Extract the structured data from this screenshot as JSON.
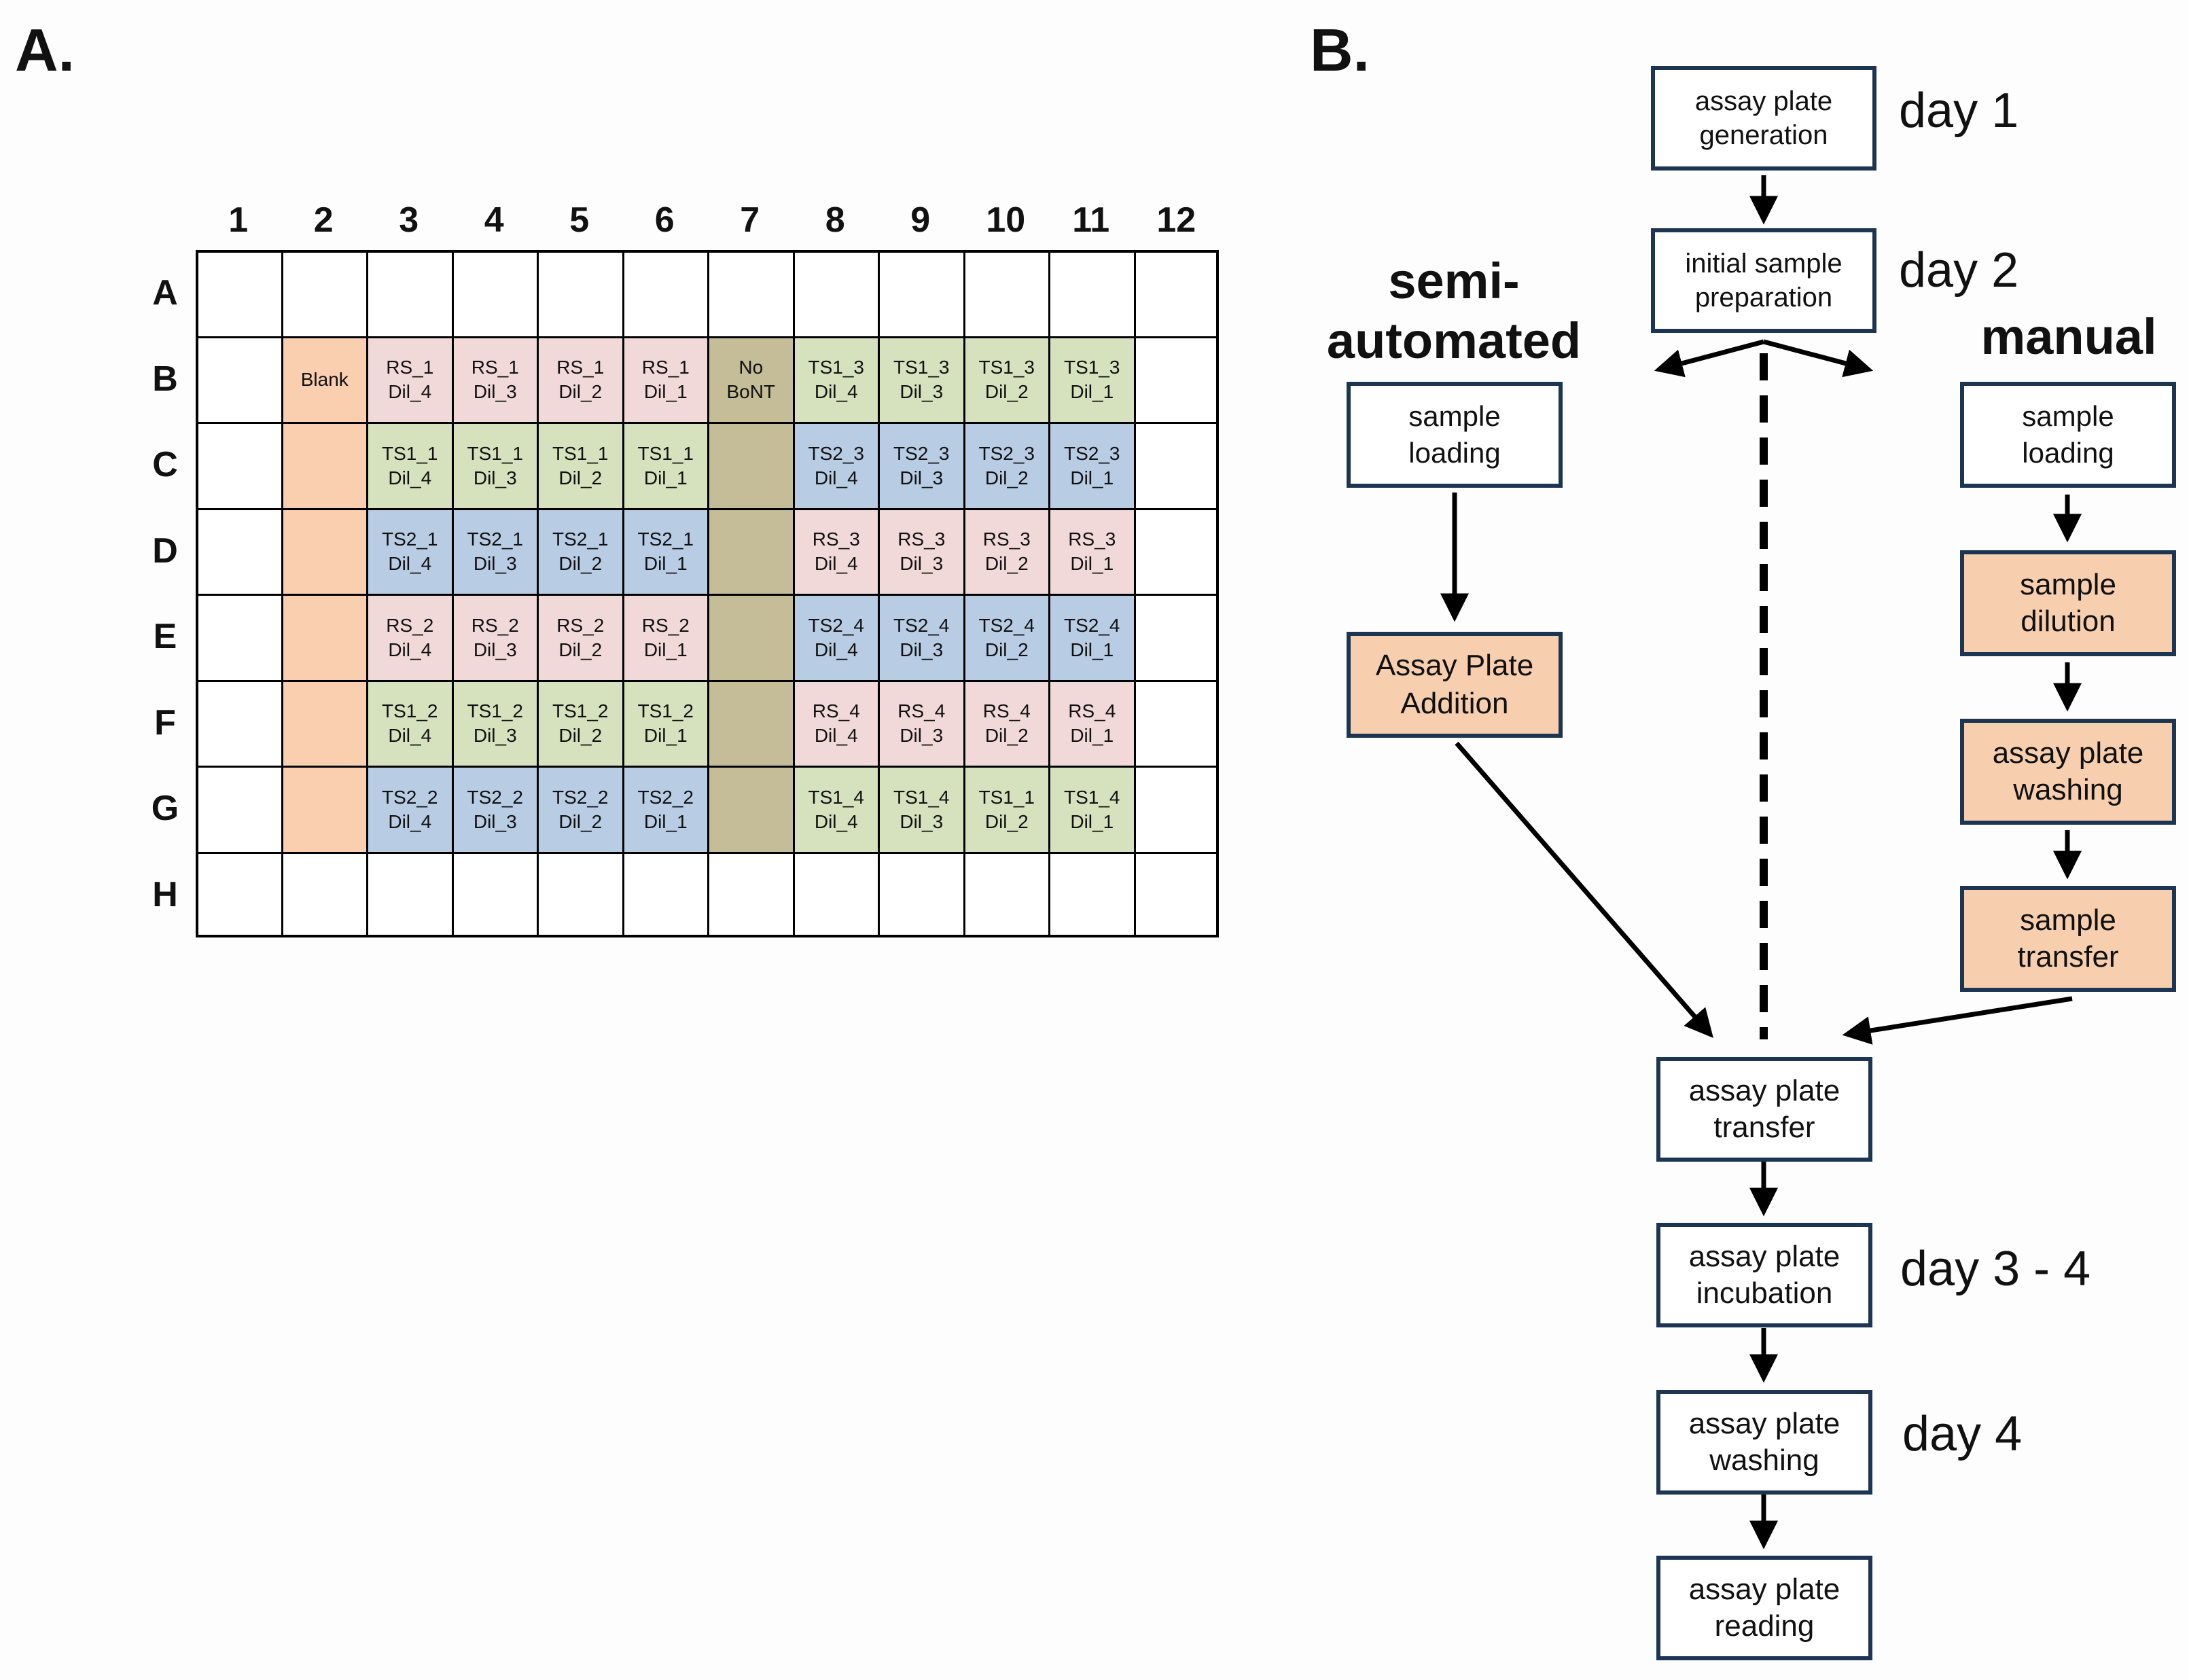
{
  "panel_a": {
    "label": "A.",
    "columns": [
      "1",
      "2",
      "3",
      "4",
      "5",
      "6",
      "7",
      "8",
      "9",
      "10",
      "11",
      "12"
    ],
    "rows": [
      "A",
      "B",
      "C",
      "D",
      "E",
      "F",
      "G",
      "H"
    ],
    "colors": {
      "empty": "#ffffff",
      "blank": "#f9cfaf",
      "rs": "#f2d9d9",
      "ts1": "#d6e2bd",
      "ts2": "#b8cce4",
      "nobont": "#c4bd97",
      "grid": "#000000"
    },
    "wells": [
      [
        "",
        "",
        "",
        "",
        "",
        "",
        "",
        "",
        "",
        "",
        "",
        ""
      ],
      [
        "",
        "Blank",
        "RS_1\nDil_4",
        "RS_1\nDil_3",
        "RS_1\nDil_2",
        "RS_1\nDil_1",
        "No\nBoNT",
        "TS1_3\nDil_4",
        "TS1_3\nDil_3",
        "TS1_3\nDil_2",
        "TS1_3\nDil_1",
        ""
      ],
      [
        "",
        "",
        "TS1_1\nDil_4",
        "TS1_1\nDil_3",
        "TS1_1\nDil_2",
        "TS1_1\nDil_1",
        "",
        "TS2_3\nDil_4",
        "TS2_3\nDil_3",
        "TS2_3\nDil_2",
        "TS2_3\nDil_1",
        ""
      ],
      [
        "",
        "",
        "TS2_1\nDil_4",
        "TS2_1\nDil_3",
        "TS2_1\nDil_2",
        "TS2_1\nDil_1",
        "",
        "RS_3\nDil_4",
        "RS_3\nDil_3",
        "RS_3\nDil_2",
        "RS_3\nDil_1",
        ""
      ],
      [
        "",
        "",
        "RS_2\nDil_4",
        "RS_2\nDil_3",
        "RS_2\nDil_2",
        "RS_2\nDil_1",
        "",
        "TS2_4\nDil_4",
        "TS2_4\nDil_3",
        "TS2_4\nDil_2",
        "TS2_4\nDil_1",
        ""
      ],
      [
        "",
        "",
        "TS1_2\nDil_4",
        "TS1_2\nDil_3",
        "TS1_2\nDil_2",
        "TS1_2\nDil_1",
        "",
        "RS_4\nDil_4",
        "RS_4\nDil_3",
        "RS_4\nDil_2",
        "RS_4\nDil_1",
        ""
      ],
      [
        "",
        "",
        "TS2_2\nDil_4",
        "TS2_2\nDil_3",
        "TS2_2\nDil_2",
        "TS2_2\nDil_1",
        "",
        "TS1_4\nDil_4",
        "TS1_4\nDil_3",
        "TS1_1\nDil_2",
        "TS1_4\nDil_1",
        ""
      ],
      [
        "",
        "",
        "",
        "",
        "",
        "",
        "",
        "",
        "",
        "",
        "",
        ""
      ]
    ],
    "well_types": [
      [
        "empty",
        "empty",
        "empty",
        "empty",
        "empty",
        "empty",
        "empty",
        "empty",
        "empty",
        "empty",
        "empty",
        "empty"
      ],
      [
        "empty",
        "blank",
        "rs",
        "rs",
        "rs",
        "rs",
        "nobont",
        "ts1",
        "ts1",
        "ts1",
        "ts1",
        "empty"
      ],
      [
        "empty",
        "blank",
        "ts1",
        "ts1",
        "ts1",
        "ts1",
        "nobont",
        "ts2",
        "ts2",
        "ts2",
        "ts2",
        "empty"
      ],
      [
        "empty",
        "blank",
        "ts2",
        "ts2",
        "ts2",
        "ts2",
        "nobont",
        "rs",
        "rs",
        "rs",
        "rs",
        "empty"
      ],
      [
        "empty",
        "blank",
        "rs",
        "rs",
        "rs",
        "rs",
        "nobont",
        "ts2",
        "ts2",
        "ts2",
        "ts2",
        "empty"
      ],
      [
        "empty",
        "blank",
        "ts1",
        "ts1",
        "ts1",
        "ts1",
        "nobont",
        "rs",
        "rs",
        "rs",
        "rs",
        "empty"
      ],
      [
        "empty",
        "blank",
        "ts2",
        "ts2",
        "ts2",
        "ts2",
        "nobont",
        "ts1",
        "ts1",
        "ts1",
        "ts1",
        "empty"
      ],
      [
        "empty",
        "empty",
        "empty",
        "empty",
        "empty",
        "empty",
        "empty",
        "empty",
        "empty",
        "empty",
        "empty",
        "empty"
      ]
    ]
  },
  "panel_b": {
    "label": "B.",
    "colors": {
      "box_border": "#1c3553",
      "highlight": "#f7cfae",
      "arrow": "#000000"
    },
    "boxes": {
      "generation": "assay plate\ngeneration",
      "initial_prep": "initial sample\npreparation",
      "semi_loading": "sample\nloading",
      "semi_addition": "Assay Plate\nAddition",
      "man_loading": "sample\nloading",
      "man_dilution": "sample\ndilution",
      "man_washing": "assay plate\nwashing",
      "man_transfer": "sample\ntransfer",
      "transfer": "assay plate\ntransfer",
      "incubation": "assay plate\nincubation",
      "washing": "assay plate\nwashing",
      "reading": "assay plate\nreading"
    },
    "days": {
      "d1": "day 1",
      "d2": "day 2",
      "d34": "day 3 - 4",
      "d4": "day 4"
    },
    "titles": {
      "semi": "semi-\nautomated",
      "manual": "manual"
    }
  }
}
